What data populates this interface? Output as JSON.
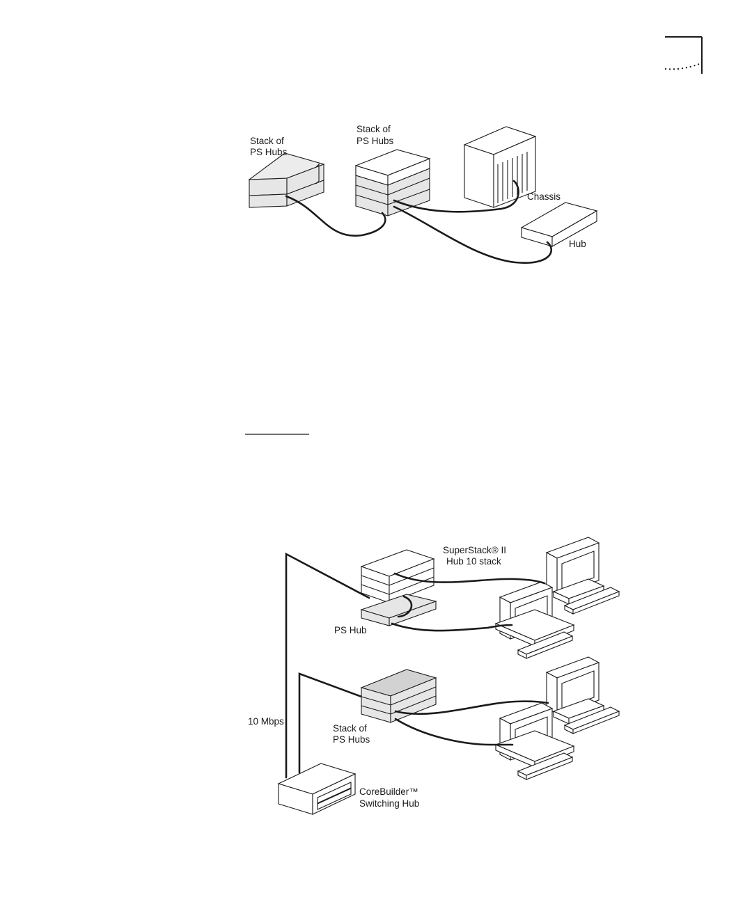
{
  "corner_mark": {
    "name": "page-corner-mark"
  },
  "figure1": {
    "labels": {
      "stack_left": [
        "Stack of",
        "PS Hubs"
      ],
      "stack_right": [
        "Stack of",
        "PS Hubs"
      ],
      "chassis": "Chassis",
      "hub": "Hub"
    }
  },
  "figure2": {
    "labels": {
      "superstack": [
        "SuperStack® II",
        "Hub 10 stack"
      ],
      "ps_hub": "PS Hub",
      "stack": [
        "Stack of",
        "PS Hubs"
      ],
      "speed": "10 Mbps",
      "corebuilder": [
        "CoreBuilder™",
        "Switching Hub"
      ]
    }
  },
  "colors": {
    "ink": "#1a1a1a",
    "hub_gray": "#e6e6e6",
    "background": "#ffffff"
  }
}
